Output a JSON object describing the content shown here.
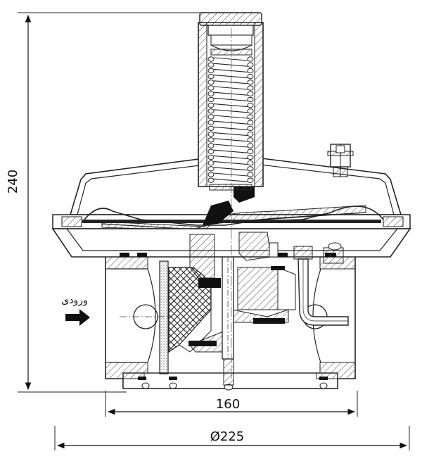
{
  "drawing": {
    "dimensions": {
      "height": "240",
      "length": "160",
      "diameter": "Ø225"
    },
    "inlet_label": "ورودی"
  }
}
